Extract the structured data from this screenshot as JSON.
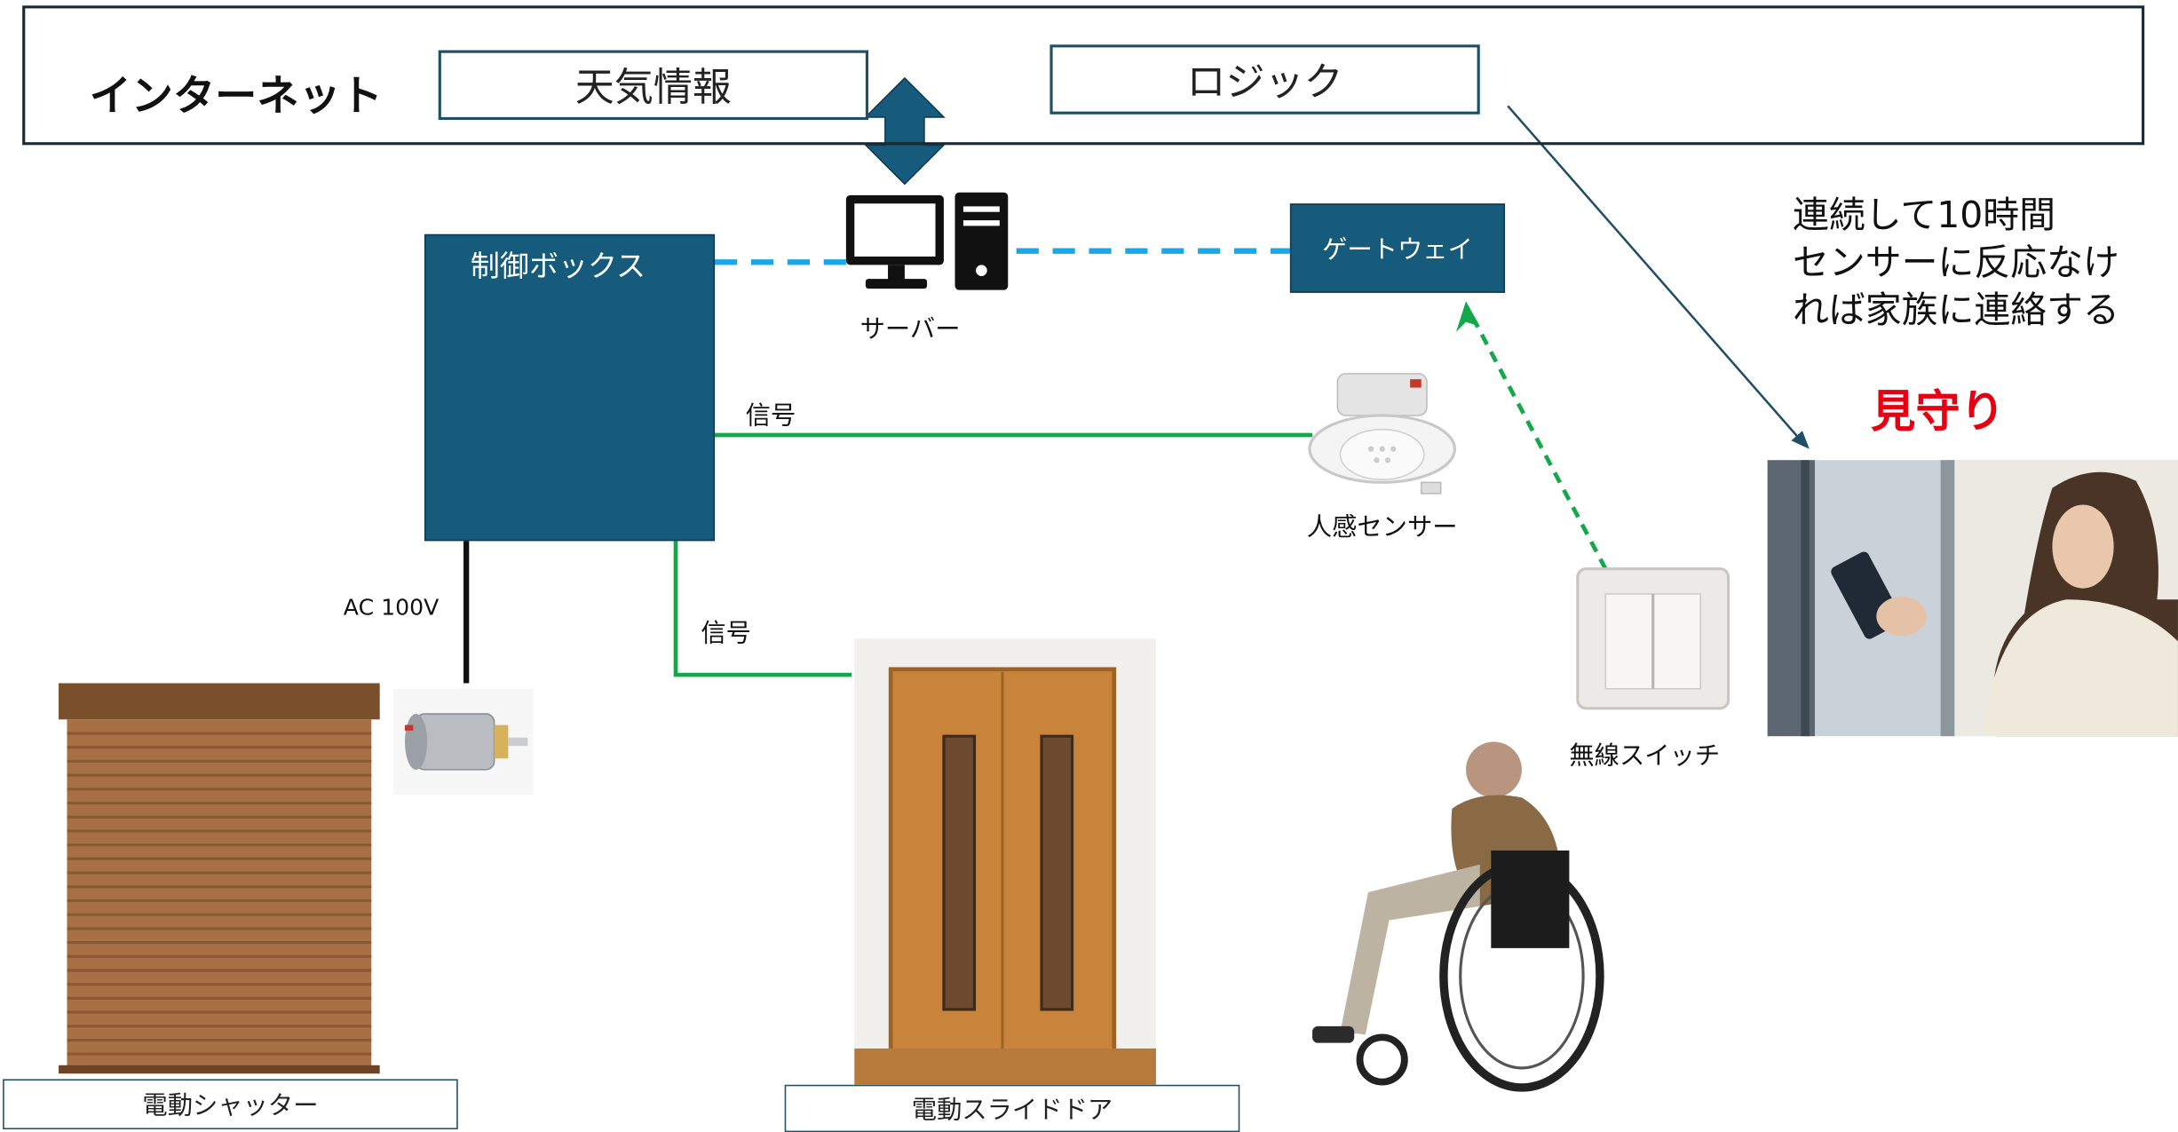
{
  "internet": {
    "label": "インターネット"
  },
  "weather": {
    "label": "天気情報"
  },
  "logic": {
    "label": "ロジック"
  },
  "control_box": {
    "label": "制御ボックス"
  },
  "server": {
    "label": "サーバー"
  },
  "gateway": {
    "label": "ゲートウェイ"
  },
  "signal_upper": {
    "label": "信号"
  },
  "signal_lower": {
    "label": "信号"
  },
  "human_sensor": {
    "label": "人感センサー"
  },
  "wireless_switch": {
    "label": "無線スイッチ"
  },
  "ac_power": {
    "label": "AC 100V"
  },
  "shutter": {
    "label": "電動シャッター"
  },
  "slide_door": {
    "label": "電動スライドドア"
  },
  "watch": {
    "title": "見守り",
    "note_lines": [
      "連続して10時間",
      "センサーに反応なけ",
      "れば家族に連絡する"
    ]
  },
  "colors": {
    "navy": "#165a7c",
    "dashed_blue": "#1aa7e8",
    "signal_green": "#14a84a",
    "alert_red": "#e60012"
  }
}
